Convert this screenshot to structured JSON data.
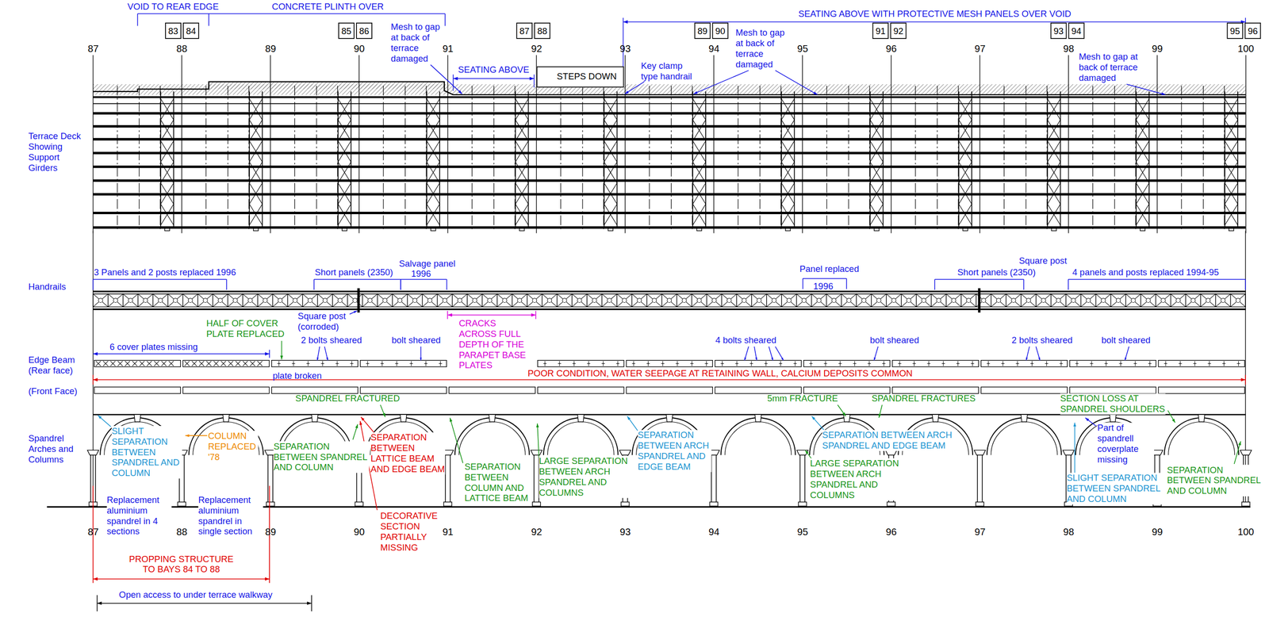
{
  "diagram": {
    "nodes": [
      {
        "text": [
          "83"
        ]
      },
      {
        "text": [
          "84"
        ]
      },
      {
        "text": [
          "85"
        ]
      },
      {
        "text": [
          "86"
        ]
      },
      {
        "text": [
          "87"
        ]
      },
      {
        "text": [
          "88"
        ]
      },
      {
        "text": [
          "89"
        ]
      },
      {
        "text": [
          "90"
        ]
      },
      {
        "text": [
          "91"
        ]
      },
      {
        "text": [
          "92"
        ]
      },
      {
        "text": [
          "93"
        ]
      },
      {
        "text": [
          "94"
        ]
      },
      {
        "text": [
          "95"
        ]
      },
      {
        "text": [
          "96"
        ]
      },
      {
        "text": [
          "STEPS DOWN"
        ]
      }
    ],
    "labels": [
      "VOID TO REAR EDGE",
      "CONCRETE PLINTH OVER",
      "SEATING ABOVE WITH PROTECTIVE MESH PANELS OVER VOID",
      "87",
      "88",
      "89",
      "90",
      "91",
      "92",
      "93",
      "94",
      "95",
      "96",
      "97",
      "98",
      "99",
      "100",
      "Mesh to gap at back of terrace damaged",
      "SEATING ABOVE",
      "Key clamp type handrail",
      "Mesh to gap at back of terrace damaged",
      "Mesh to gap at back of terrace damaged",
      "Terrace Deck Showing Support Girders",
      "Handrails",
      "3 Panels and 2 posts replaced 1996",
      "Short panels (2350)",
      "Salvage panel",
      "1996",
      "Panel replaced",
      "1996",
      "Short panels (2350)",
      "Square post",
      "4 panels and posts replaced 1994-95",
      "Square post (corroded)",
      "HALF OF COVER PLATE REPLACED",
      "2 bolts sheared",
      "bolt sheared",
      "CRACKS ACROSS FULL DEPTH OF THE PARAPET BASE PLATES",
      "4 bolts sheared",
      "bolt sheared",
      "2 bolts sheared",
      "bolt sheared",
      "6 cover plates missing",
      "Edge Beam (Rear face)",
      "plate broken",
      "POOR CONDITION, WATER SEEPAGE AT RETAINING WALL, CALCIUM DEPOSITS COMMON",
      "(Front Face)",
      "SPANDREL FRACTURED",
      "5mm FRACTURE",
      "SPANDREL FRACTURES",
      "SECTION LOSS AT SPANDREL SHOULDERS",
      "Spandrel Arches and Columns",
      "SLIGHT SEPARATION BETWEEN SPANDREL AND COLUMN",
      "COLUMN REPLACED '78",
      "SEPARATION BETWEEN SPANDREL AND COLUMN",
      "SEPARATION BETWEEN LATTICE BEAM AND EDGE BEAM",
      "SEPARATION BETWEEN COLUMN AND LATTICE BEAM",
      "LARGE SEPARATION BETWEEN ARCH SPANDREL AND COLUMNS",
      "SEPARATION BETWEEN ARCH SPANDREL AND EDGE BEAM",
      "SEPARATION BETWEEN ARCH SPANDREL AND EDGE BEAM",
      "LARGE SEPARATION BETWEEN ARCH SPANDREL AND COLUMNS",
      "Part of spandrell coverplate missing",
      "SLIGHT SEPARATION BETWEEN SPANDREL AND COLUMN",
      "SEPARATION BETWEEN SPANDREL AND COLUMN",
      "87",
      "88",
      "89",
      "90",
      "91",
      "92",
      "93",
      "94",
      "95",
      "96",
      "97",
      "98",
      "99",
      "100",
      "Replacement aluminium spandrel in 4 sections",
      "Replacement aluminium spandrel in single section",
      "DECORATIVE SECTION PARTIALLY MISSING",
      "PROPPING STRUCTURE TO BAYS 84 TO 88",
      "Open access to under terrace walkway"
    ]
  }
}
